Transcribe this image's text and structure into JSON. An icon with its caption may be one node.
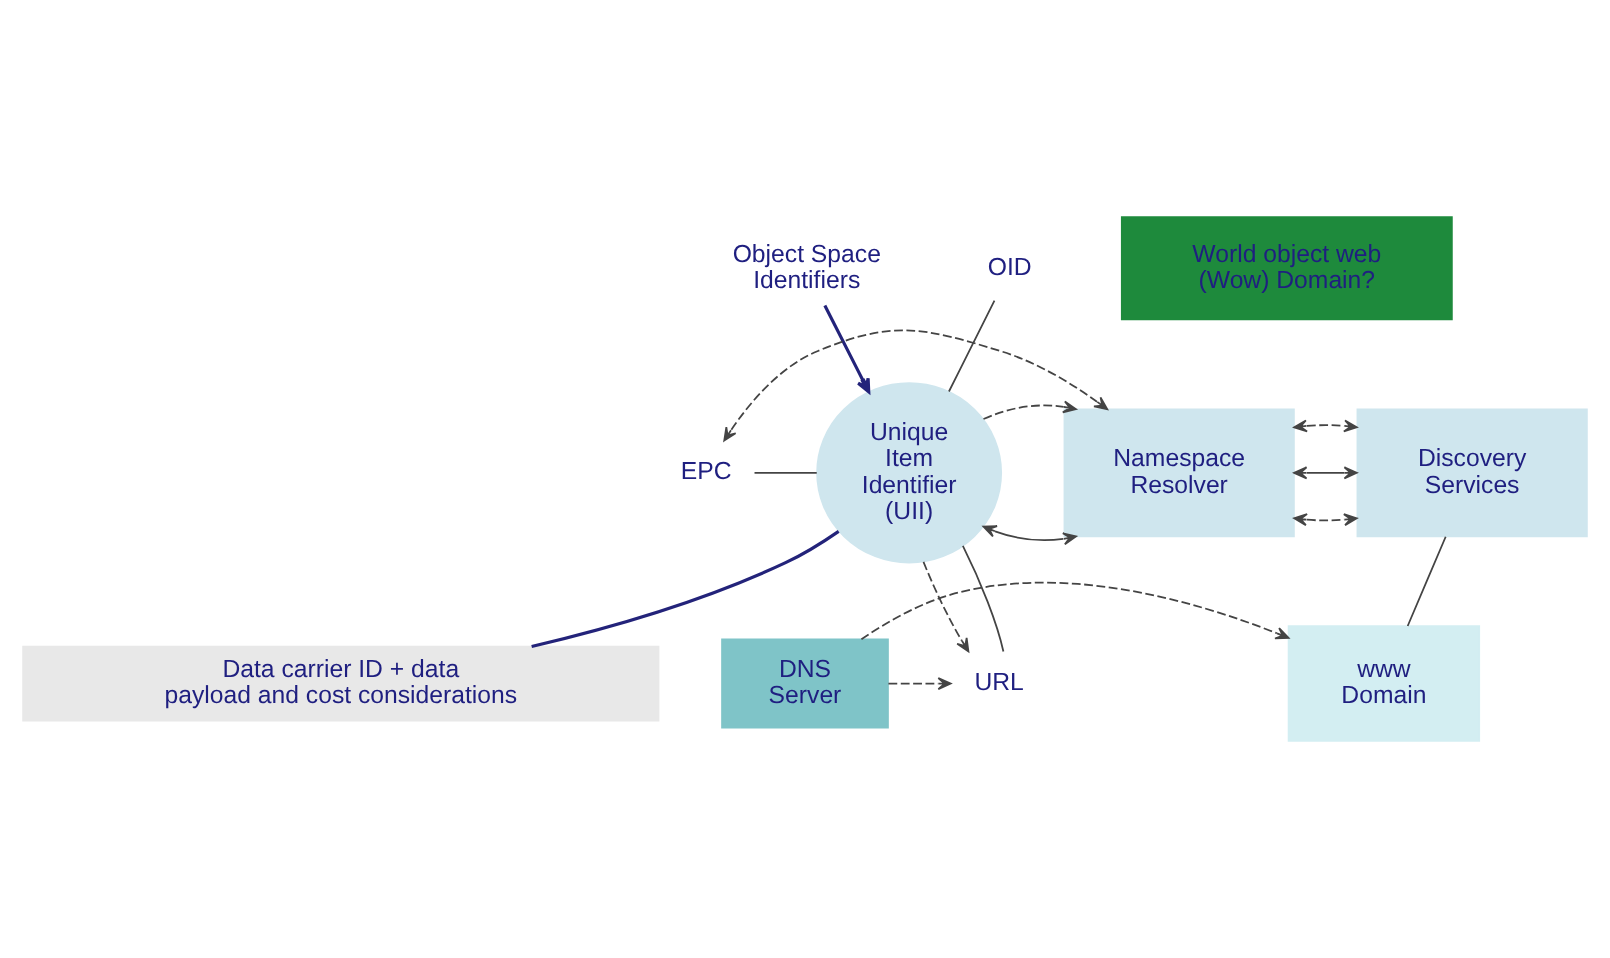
{
  "diagram": {
    "nodes": [
      {
        "text": [
          "Object Space Identifiers"
        ]
      },
      {
        "text": [
          "World object web (Wow) Domain?"
        ]
      },
      {
        "text": [
          "URL"
        ]
      },
      {
        "text": [
          "DNS Server"
        ]
      },
      {
        "text": [
          "www Domain"
        ]
      },
      {
        "text": [
          "EPC"
        ]
      },
      {
        "text": [
          "Unique Item Identifier (UII)"
        ]
      },
      {
        "text": [
          "Namespace Resolver"
        ]
      },
      {
        "text": [
          "Discovery Services"
        ]
      },
      {
        "text": [
          "OID"
        ]
      },
      {
        "text": [
          "Data carrier ID + data payload and cost considerations"
        ]
      }
    ],
    "edges": [
      {
        "from": 0,
        "to": 6,
        "arrow": "to",
        "color": "#23237a"
      },
      {
        "from": 3,
        "to": 2,
        "arrow": "to",
        "style": "dashed"
      },
      {
        "from": 3,
        "to": 4,
        "arrow": "to",
        "style": "dashed"
      },
      {
        "from": 2,
        "to": 6,
        "arrow": "none"
      },
      {
        "from": 6,
        "to": 2,
        "arrow": "to",
        "style": "dashed"
      },
      {
        "from": 5,
        "to": 6,
        "arrow": "none"
      },
      {
        "from": 5,
        "to": 7,
        "arrow": "both",
        "style": "dashed"
      },
      {
        "from": 6,
        "to": 7,
        "arrow": "both"
      },
      {
        "from": 6,
        "to": 7,
        "arrow": "to",
        "style": "dashed"
      },
      {
        "from": 7,
        "to": 8,
        "arrow": "both",
        "style": "dashed"
      },
      {
        "from": 7,
        "to": 8,
        "arrow": "both"
      },
      {
        "from": 7,
        "to": 8,
        "arrow": "both",
        "style": "dashed"
      },
      {
        "from": 4,
        "to": 8,
        "arrow": "none"
      },
      {
        "from": 9,
        "to": 6,
        "arrow": "none"
      },
      {
        "from": 6,
        "to": 10,
        "arrow": "none",
        "color": "#23237a"
      }
    ]
  }
}
